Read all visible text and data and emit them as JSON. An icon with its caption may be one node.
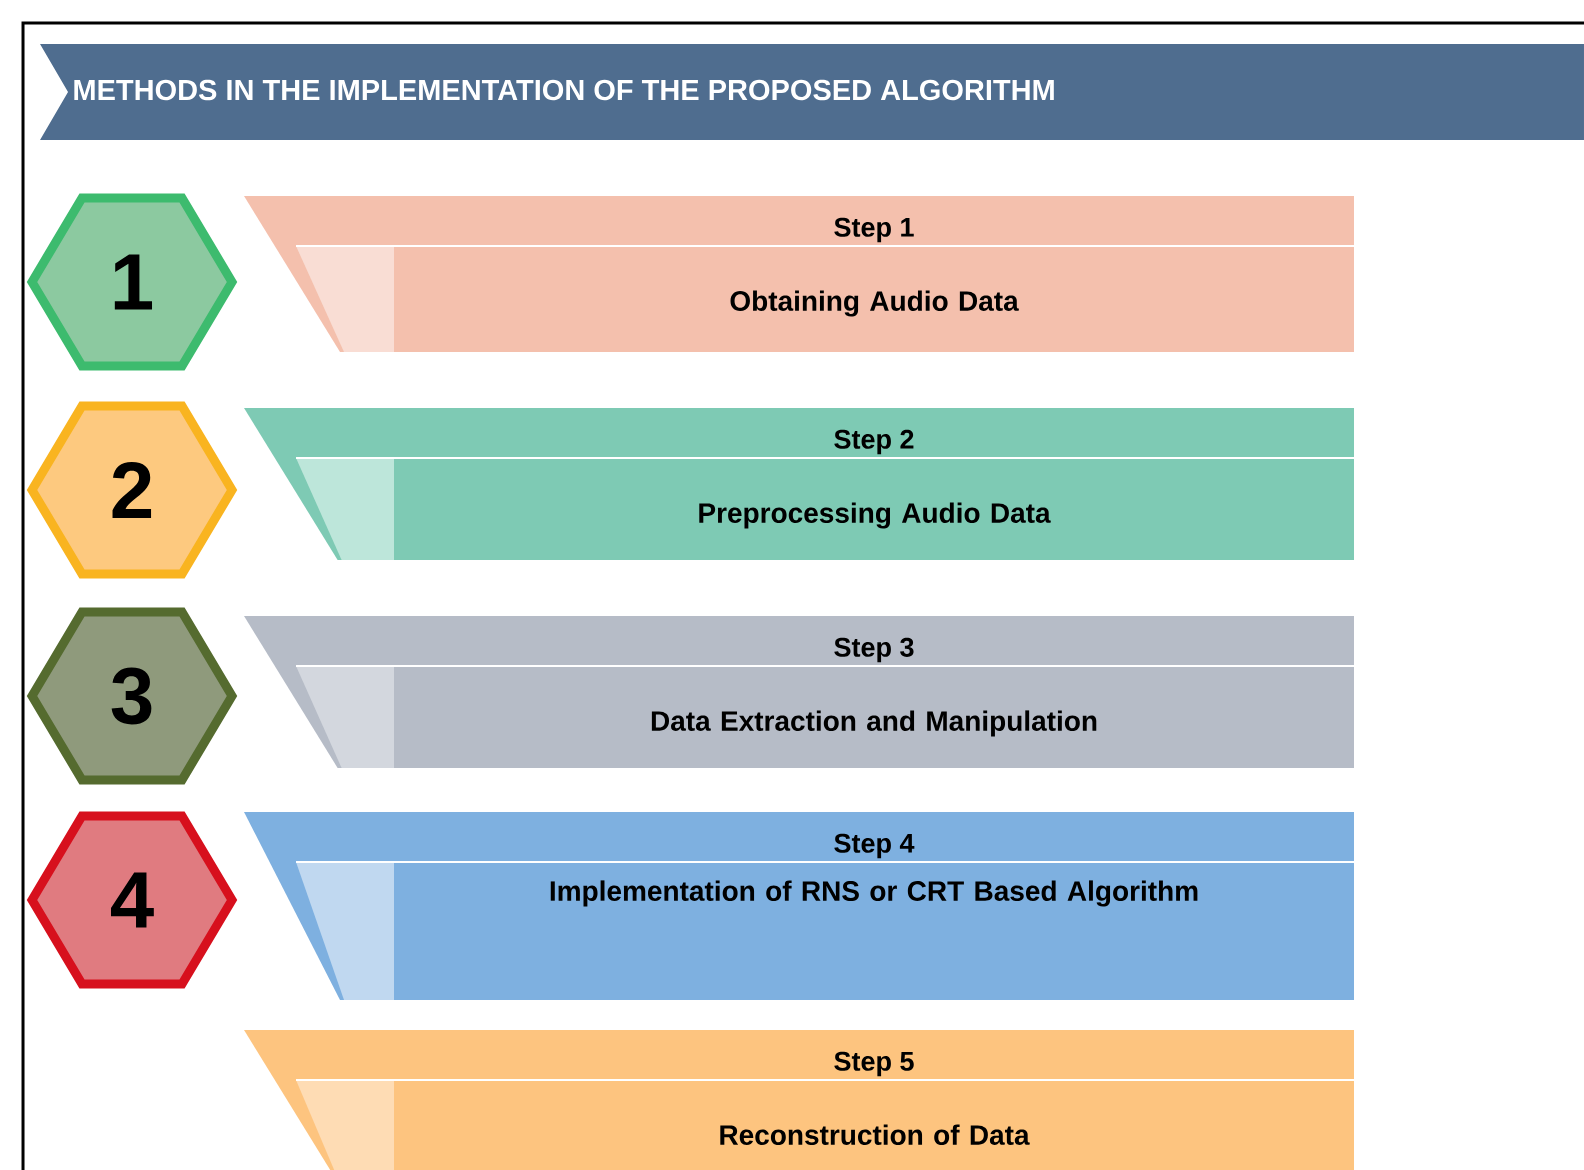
{
  "diagram": {
    "title": "METHODS IN THE IMPLEMENTATION OF THE PROPOSED ALGORITHM",
    "nodes": [
      {
        "text": [
          "1"
        ]
      },
      {
        "text": [
          "Step 1",
          "Obtaining Audio Data"
        ]
      },
      {
        "text": [
          "2"
        ]
      },
      {
        "text": [
          "Step 2",
          "Preprocessing Audio Data"
        ]
      },
      {
        "text": [
          "3"
        ]
      },
      {
        "text": [
          "Step 3",
          "Data Extraction and Manipulation"
        ]
      },
      {
        "text": [
          "4"
        ]
      },
      {
        "text": [
          "Step 4",
          "Implementation of RNS or CRT  Based Algorithm"
        ]
      },
      {
        "text": [
          "Step 5",
          "Reconstruction of Data"
        ]
      }
    ],
    "edges": []
  }
}
